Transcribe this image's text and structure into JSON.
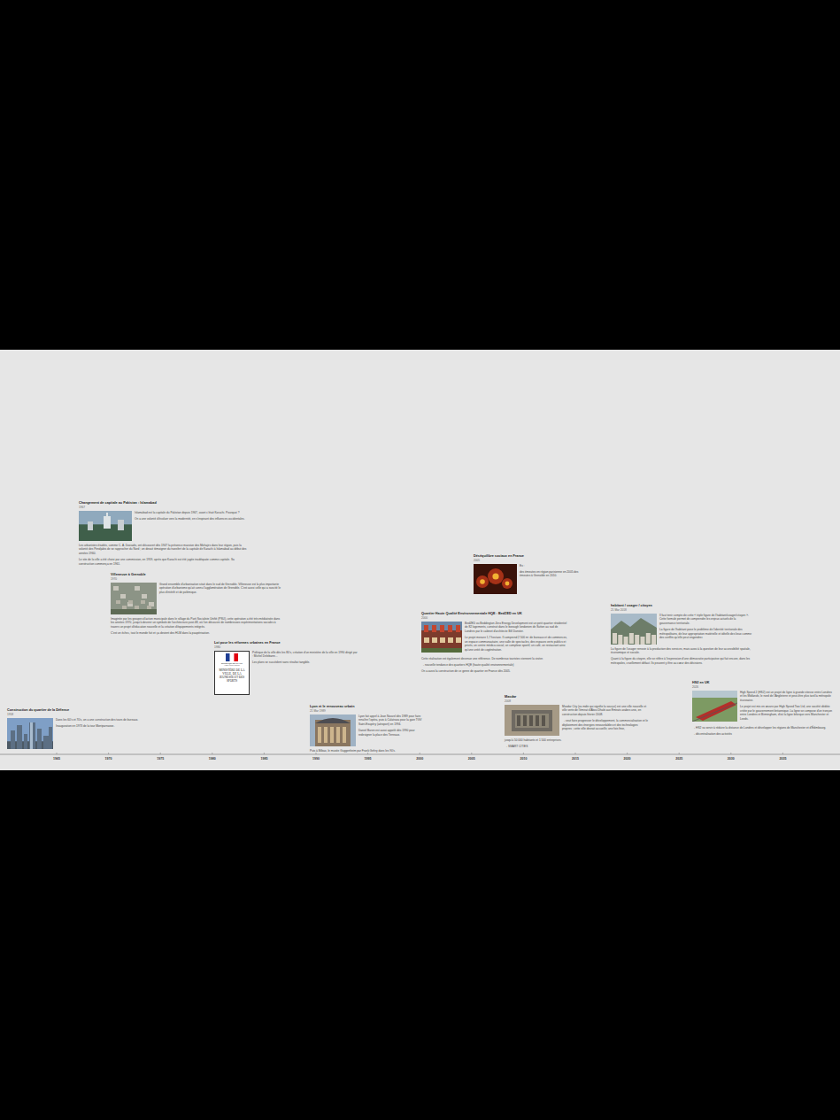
{
  "diagram": {
    "nodes": [
      {
        "text": [
          "Construction du quartier de la Défense",
          "1958",
          "Dans les 60's et 70's, on a une construction des tours de bureaux.",
          "Inauguration en 1973 de la tour Montparnasse."
        ]
      },
      {
        "text": [
          "Changement de capitale au Pakistan : Islamabad",
          "1967",
          "Islamabad est la capitale du Pakistan depuis 1967, avant c'était Karachi. Pourquoi ?",
          "On a une volonté d'évoluer vers la modernité, en s'inspirant des influences occidentales.",
          "Les urbanistes étudiés, comme C. A. Doxiadis, ont découvert dès 1947 la présence massive des Mohajirs dans leur région, puis la volonté des Pendjabis de se rapprocher du Nord ; on devait témoigner du transfert de la capitale de Karachi à Islamabad au début des années 1960.",
          "Le site de la ville a été choisi par une commission, en 1959, après que Karachi eut été jugée inadéquate comme capitale. Sa construction commença en 1961."
        ]
      },
      {
        "text": [
          "Villeneuve à Grenoble",
          "1970",
          "Grand ensemble d'urbanisation situé dans le sud de Grenoble. Villeneuve est la plus importante opération d'urbanisme qu'ait connu l'agglomération de Grenoble. C'est aussi celle qui a suscité le plus d'intérêt et de polémique.",
          "Imaginée par les groupes d'action municipale dans le sillage du Parti Socialiste Unifié (PSU), cette opération a été très médiatisée dans les années 1970, jusqu'à devenir un symbole de l'architecture post-68, où l'on découvre de nombreuses expérimentations sociales à travers un projet d'éducation nouvelle et la création d'équipements intégrés.",
          "C'est un échec, tout le monde fuit et ça devient des HLM dans la paupérisation."
        ]
      },
      {
        "text": [
          "Loi pour les réformes urbaines en France",
          "1980",
          "Politique de la ville dès les 80's, création d'un ministère de la ville en 1990 dirigé par : Michel Delebarre...",
          "Les plans se succèdent sans résultat tangible."
        ]
      },
      {
        "text": [
          "RÉPUBLIQUE FRANÇAISE",
          "Liberté Égalité Fraternité",
          "MINISTÈRE DE LA VILLE, DE LA JEUNESSE ET DES SPORTS"
        ],
        "in": 3
      },
      {
        "text": [
          "Lyon et le renouveau urbain",
          "21 Mar 1989",
          "Lyon fait appel à Jean Nouvel dès 1989 pour faire renaître l'opéra, puis à Calatrava pour la gare TGV Saint-Exupéry (aéroport) en 1994.",
          "Daniel Buren est aussi appelé dès 1990 pour redesigner la place des Terreaux.",
          "Puis à Bilbao, le musée Guggenheim par Frank Gehry dans les 90's."
        ]
      },
      {
        "text": [
          "Quartier Haute Qualité Environnementale HQE : BedZED en UK",
          "2000",
          "BedZED ou Beddington Zero Energy Development est un petit quartier résidentiel de 82 logements, construit dans le borough londonien de Sutton au sud de Londres par le cabinet d'architecte Bill Dunster.",
          "Le projet mesure 1,7 hectare. Il comprend 2 500 m² de bureaux et de commerces, un espace communautaire, une salle de spectacles, des espaces verts publics et privés, un centre médico-social, un complexe sportif, un café, un restaurant ainsi qu'une unité de cogénération.",
          "Cette réalisation est également devenue une référence. De nombreux touristes viennent la visiter.",
          "→ nouvelle tendance des quartiers HQE (haute qualité environnementale)",
          "On a aussi la construction de ce genre de quartier en France dès 2005."
        ]
      },
      {
        "text": [
          "Déséquilibre sociaux en France",
          "2005",
          "Ex :",
          "des émeutes en région parisienne en 2005 des émeutes à Grenoble en 2010."
        ]
      },
      {
        "text": [
          "Masdar",
          "2008",
          "Masdar City (ou mdin qui signifie la source) est une ville nouvelle et ville verte de l'émirat d'Abou Dhabi aux Émirats arabes unis, en construction depuis février 2008.",
          "→ veut faire progresser le développement, la commercialisation et le déploiement des énergies renouvelables et des technologies propres ; cette ville devrait accueillir, une fois finie,",
          "jusqu'à 50 000 habitants et 1 500 entreprises.",
          "→ SMART CITIES"
        ]
      },
      {
        "text": [
          "habitant / usager / citoyen",
          "21 Mar 2018",
          "Il faut tenir compte de cette « triple figure de l'habitant/usager/citoyen ». Cette formule permet de comprendre les enjeux actuels de la gouvernance territoriale.",
          "La figure de l'habitant pose le problème de l'identité territoriale des métropolitains, de leur appropriation matérielle et idéelle des lieux comme des conflits qu'elle peut engendrer.",
          "La figure de l'usager renvoie à la production des services, mais aussi à la question de leur accessibilité spatiale, économique et sociale.",
          "Quant à la figure du citoyen, elle se réfère à l'expression d'une démocratie participative qui fait encore, dans les métropoles, cruellement défaut. Ils peuvent y être au cœur des décisions."
        ]
      },
      {
        "text": [
          "HS2 en UK",
          "2026",
          "High Speed 2 (HS2) est un projet de ligne à grande vitesse entre Londres et les Midlands, le nord de l'Angleterre et peut-être plus tard la métropole écossaise.",
          "Le projet est mis en œuvre par High Speed Two Ltd, une société dédiée créée par le gouvernement britannique. La ligne se compose d'un tronçon entre Londres et Birmingham, d'où la ligne bifurque vers Manchester et Leeds.",
          "→ HS2 va servir à réduire la distance de Londres et développer les régions de Manchester et d'Édimbourg.",
          "→ décentralisation des activités"
        ]
      }
    ],
    "labels": [
      "1965",
      "1970",
      "1975",
      "1980",
      "1985",
      "1990",
      "1995",
      "2000",
      "2005",
      "2010",
      "2015",
      "2020",
      "2025",
      "2030",
      "2035"
    ]
  }
}
